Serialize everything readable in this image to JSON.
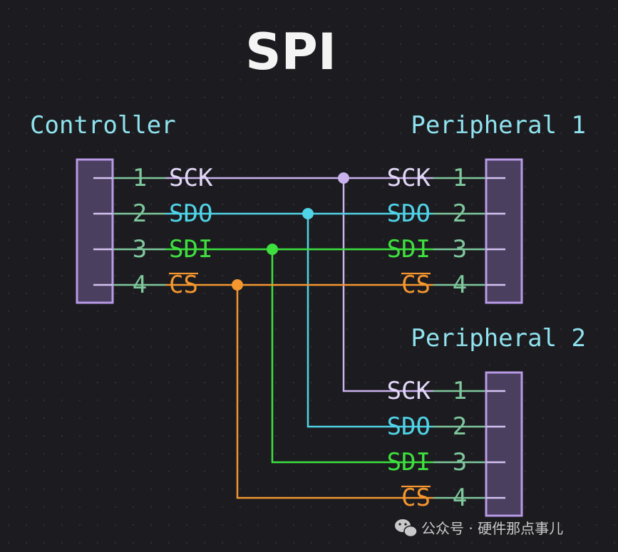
{
  "title": "SPI",
  "controller": {
    "label": "Controller",
    "pins": [
      {
        "num": "1",
        "signal": "SCK"
      },
      {
        "num": "2",
        "signal": "SDO"
      },
      {
        "num": "3",
        "signal": "SDI"
      },
      {
        "num": "4",
        "signal": "CS"
      }
    ]
  },
  "peripheral1": {
    "label": "Peripheral 1",
    "pins": [
      {
        "num": "1",
        "signal": "SCK"
      },
      {
        "num": "2",
        "signal": "SDO"
      },
      {
        "num": "3",
        "signal": "SDI"
      },
      {
        "num": "4",
        "signal": "CS"
      }
    ]
  },
  "peripheral2": {
    "label": "Peripheral 2",
    "pins": [
      {
        "num": "1",
        "signal": "SCK"
      },
      {
        "num": "2",
        "signal": "SDO"
      },
      {
        "num": "3",
        "signal": "SDI"
      },
      {
        "num": "4",
        "signal": "CS"
      }
    ]
  },
  "signal_colors": {
    "SCK": "#c9b2ee",
    "SDO": "#4fd3e6",
    "SDI": "#3ee03e",
    "CS": "#f5962f"
  },
  "watermark": {
    "icon": "wechat-icon",
    "text": "公众号 · 硬件那点事儿"
  }
}
